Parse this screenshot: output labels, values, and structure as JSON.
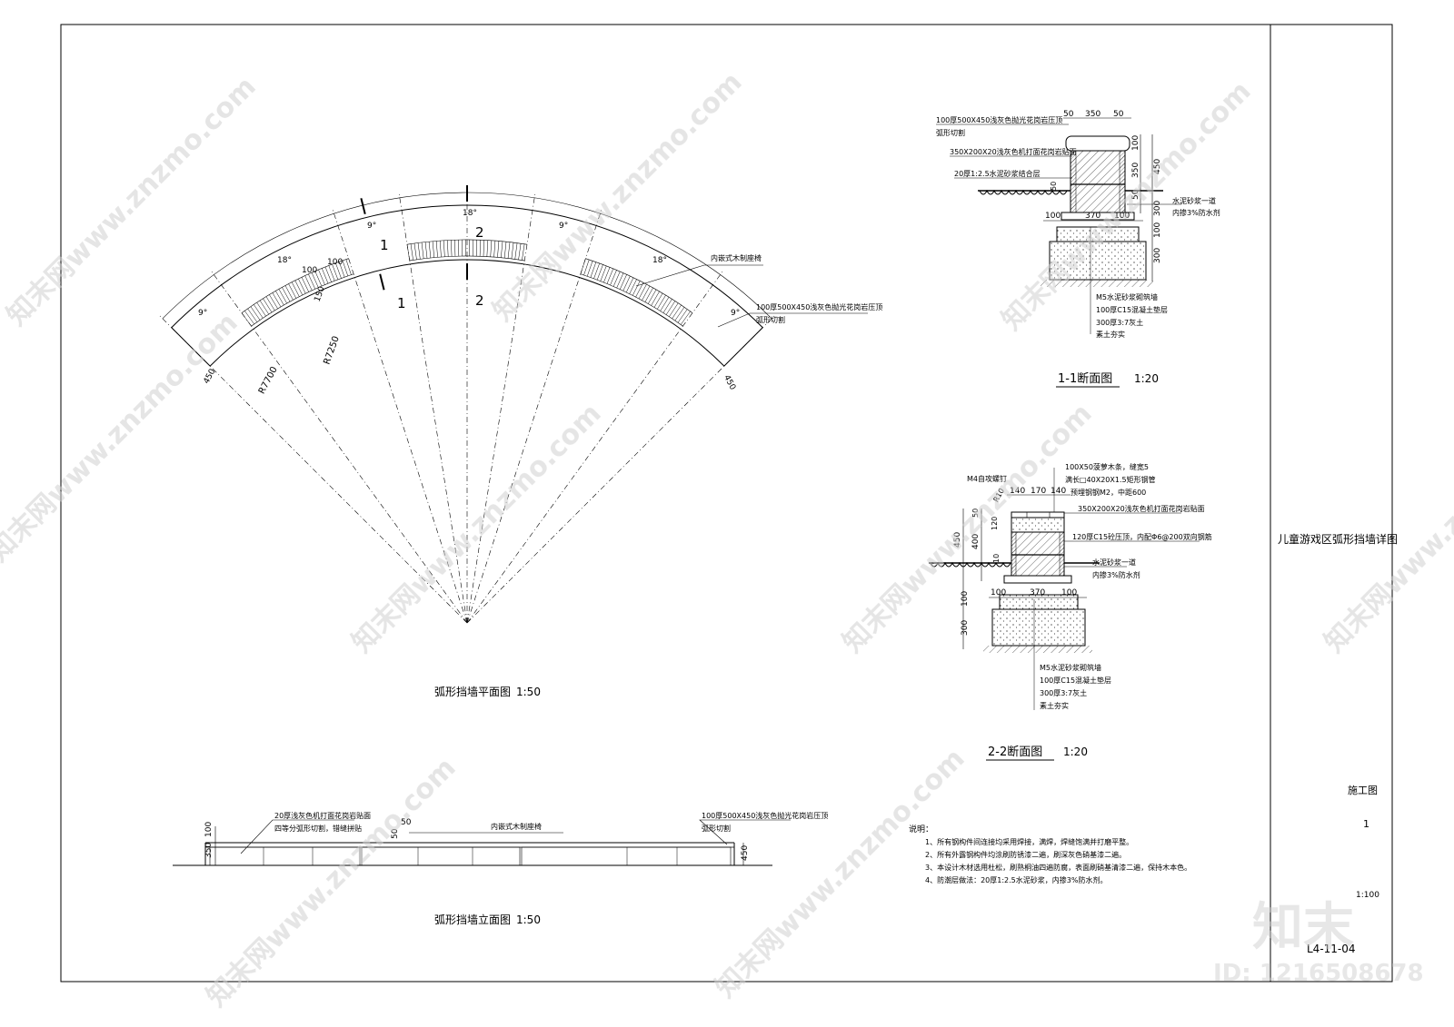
{
  "watermark": {
    "site_text": "知末网www.znzmo.com",
    "logo_text": "知末",
    "id_text": "ID: 1216508678"
  },
  "plan": {
    "title": "弧形挡墙平面图",
    "scale": "1:50",
    "angles": [
      "9°",
      "18°",
      "9°",
      "18°",
      "9°",
      "18°",
      "9°"
    ],
    "dims": {
      "d100a": "100",
      "d100b": "100",
      "d150": "150",
      "d450_left": "450",
      "d450_right": "450",
      "r7700": "R7700",
      "r7250": "R7250"
    },
    "section_marks": [
      "1",
      "1",
      "2",
      "2"
    ],
    "callouts": {
      "bench": "内嵌式木制座椅",
      "cap_line1": "100厚500X450浅灰色抛光花岗岩压顶",
      "cap_line2": "弧形切割"
    }
  },
  "elevation": {
    "title": "弧形挡墙立面图",
    "scale": "1:50",
    "dims": {
      "d350": "350",
      "d100": "100",
      "d450": "450",
      "d50a": "50",
      "d50b": "50"
    },
    "callouts": {
      "left_line1": "20厚浅灰色机打面花岗岩贴面",
      "left_line2": "四等分弧形切割，错缝拼贴",
      "bench": "内嵌式木制座椅",
      "right_line1": "100厚500X450浅灰色抛光花岗岩压顶",
      "right_line2": "弧形切割"
    }
  },
  "section1": {
    "title": "1-1断面图",
    "scale": "1:20",
    "top_dims": [
      "50",
      "350",
      "50"
    ],
    "mid_dims": [
      "100",
      "370",
      "100"
    ],
    "right_dims": [
      "100",
      "350",
      "450",
      "50",
      "300",
      "100",
      "300"
    ],
    "small_dims": [
      "50"
    ],
    "callouts_left": [
      "100厚500X450浅灰色抛光花岗岩压顶",
      "弧形切割",
      "350X200X20浅灰色机打面花岗岩贴面",
      "20厚1:2.5水泥砂浆结合层"
    ],
    "callouts_right": [
      "水泥砂浆一道",
      "内掺3%防水剂"
    ],
    "callouts_bottom": [
      "M5水泥砂浆砌筑墙",
      "100厚C15混凝土垫层",
      "300厚3:7灰土",
      "素土夯实"
    ]
  },
  "section2": {
    "title": "2-2断面图",
    "scale": "1:20",
    "top_dims": [
      "140",
      "170",
      "140"
    ],
    "mid_dims": [
      "100",
      "370",
      "100"
    ],
    "left_dims": [
      "450",
      "400",
      "50",
      "120",
      "100",
      "300"
    ],
    "small": [
      "M4自攻螺钉",
      "R10",
      "10"
    ],
    "callouts_top": [
      "100X50菠萝木条，缝宽5",
      "满长□40X20X1.5矩形钢管",
      "预埋钢钢M2，中距600",
      "350X200X20浅灰色机打面花岗岩贴面",
      "120厚C15砼压顶，内配Φ6@200双向钢筋"
    ],
    "callouts_right": [
      "水泥砂浆一道",
      "内掺3%防水剂"
    ],
    "callouts_bottom": [
      "M5水泥砂浆砌筑墙",
      "100厚C15混凝土垫层",
      "300厚3:7灰土",
      "素土夯实"
    ]
  },
  "notes": {
    "heading": "说明：",
    "items": [
      "1、所有钢构件间连接均采用焊接，满焊，焊缝饱满并打磨平整。",
      "2、所有外露钢构件均涂刷防锈漆二遍，刷深灰色硝基漆二遍。",
      "3、本设计木材选用杜松，刷熟桐油四遍防腐，表面刷硝基清漆二遍，保持木本色。",
      "4、防潮层做法：20厚1:2.5水泥砂浆，内掺3%防水剂。"
    ]
  },
  "titleblock": {
    "drawing_title": "儿童游戏区弧形挡墙详图",
    "stage": "施工图",
    "sheet_count": "1",
    "scale": "1:100",
    "number": "L4-11-04"
  }
}
